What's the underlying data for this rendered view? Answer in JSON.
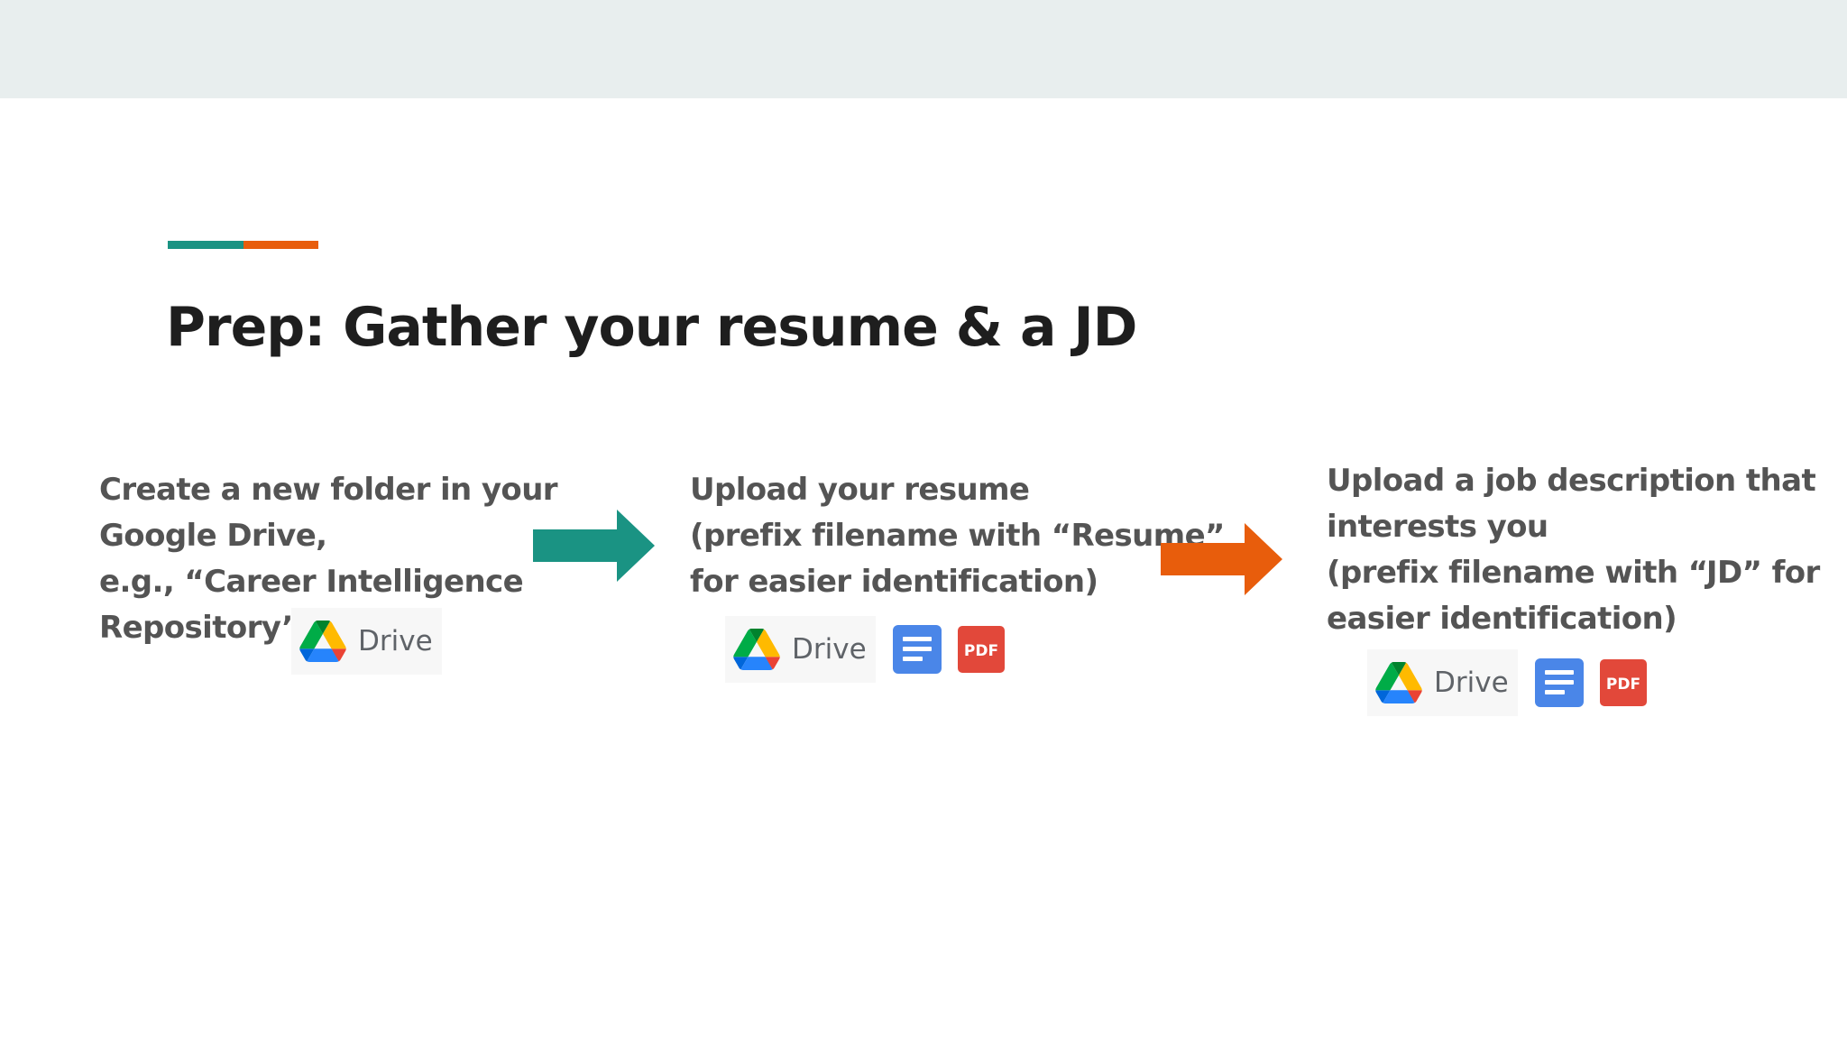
{
  "slide": {
    "title": "Prep: Gather your resume & a JD",
    "accent_colors": {
      "teal": "#1a9383",
      "orange": "#e85d0c"
    }
  },
  "steps": [
    {
      "lines": [
        "Create a new folder in your",
        "Google Drive,",
        "e.g., “Career Intelligence",
        "Repository”"
      ],
      "icons": [
        "google-drive-icon"
      ]
    },
    {
      "lines": [
        "Upload your resume",
        "(prefix filename with “Resume”",
        "for easier identification)"
      ],
      "icons": [
        "google-drive-icon",
        "google-docs-icon",
        "pdf-icon"
      ]
    },
    {
      "lines": [
        "Upload a job description that",
        "interests you",
        "(prefix filename with “JD” for",
        "easier identification)"
      ],
      "icons": [
        "google-drive-icon",
        "google-docs-icon",
        "pdf-icon"
      ]
    }
  ],
  "arrows": [
    {
      "color": "#1a9383",
      "icon": "arrow-right-icon"
    },
    {
      "color": "#e85d0c",
      "icon": "arrow-right-icon"
    }
  ],
  "icon_labels": {
    "drive": "Drive",
    "pdf": "PDF"
  }
}
